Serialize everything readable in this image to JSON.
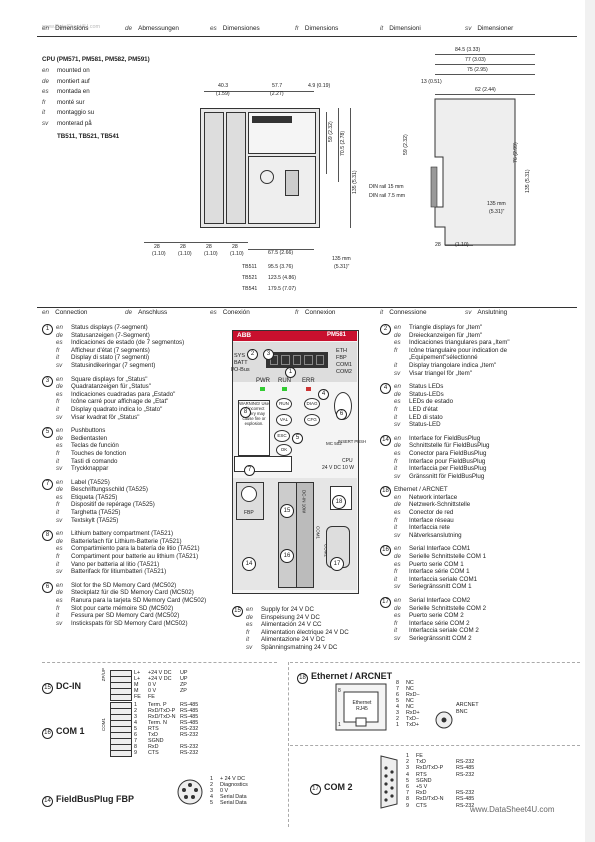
{
  "watermark_top": "www.DataSheet4U.com",
  "watermark_bottom": "www.DataSheet4U.com",
  "header_dimensions": [
    {
      "lang": "en",
      "text": "Dimensions"
    },
    {
      "lang": "de",
      "text": "Abmessungen"
    },
    {
      "lang": "es",
      "text": "Dimensiones"
    },
    {
      "lang": "fr",
      "text": "Dimensions"
    },
    {
      "lang": "it",
      "text": "Dimensioni"
    },
    {
      "lang": "sv",
      "text": "Dimensioner"
    }
  ],
  "cpu_title": "CPU (PM571, PM581, PM582, PM591)",
  "mounted_on": [
    {
      "lang": "en",
      "text": "mounted on"
    },
    {
      "lang": "de",
      "text": "montiert auf"
    },
    {
      "lang": "es",
      "text": "montada en"
    },
    {
      "lang": "fr",
      "text": "monté sur"
    },
    {
      "lang": "it",
      "text": "montaggio su"
    },
    {
      "lang": "sv",
      "text": "monterad på"
    }
  ],
  "terminal_bases": "TB511, TB521, TB541",
  "dims_front": {
    "top_a": "40.3",
    "top_a2": "(1.59)",
    "top_b": "57.7",
    "top_b2": "(2.27)",
    "top_c": "4.9 (0.19)",
    "right_a": "59 (2.32)",
    "right_b": "70.5 (2.78)",
    "right_c": "135 (5.31)",
    "bottom": [
      "28",
      "(1.10)",
      "28",
      "(1.10)",
      "28",
      "(1.10)",
      "28",
      "(1.10)"
    ],
    "b1": "67.5 (2.66)",
    "tb_rows": [
      {
        "name": "TB511",
        "val": "95.5 (3.76)"
      },
      {
        "name": "TB521",
        "val": "123.5 (4.86)"
      },
      {
        "name": "TB541",
        "val": "179.5 (7.07)"
      }
    ],
    "h135": "135 mm",
    "h135in": "(5.31)\""
  },
  "dims_side": {
    "d1": "84.5 (3.33)",
    "d2": "77 (3.03)",
    "d3": "75 (2.95)",
    "d4": "13 (0.51)",
    "d5": "62 (2.44)",
    "d6": "59 (2.32)",
    "d7": "76 (2.99)",
    "d8": "135 (5.31)",
    "din15": "DIN rail 15 mm",
    "din75": "DIN rail 7.5 mm",
    "h135": "135 mm",
    "h135in": "(5.31)\"",
    "b28": "28",
    "b28in": "(1.10)"
  },
  "header_connection": [
    {
      "lang": "en",
      "text": "Connection"
    },
    {
      "lang": "de",
      "text": "Anschluss"
    },
    {
      "lang": "es",
      "text": "Conexión"
    },
    {
      "lang": "fr",
      "text": "Connexion"
    },
    {
      "lang": "it",
      "text": "Connessione"
    },
    {
      "lang": "sv",
      "text": "Anslutning"
    }
  ],
  "left_items": [
    {
      "n": "1",
      "lines": [
        {
          "lang": "en",
          "text": "Status displays (7-segment)"
        },
        {
          "lang": "de",
          "text": "Statusanzeigen (7-Segment)"
        },
        {
          "lang": "es",
          "text": "Indicaciones de estado (de 7 segmentos)"
        },
        {
          "lang": "fr",
          "text": "Afficheur d'état (7 segments)"
        },
        {
          "lang": "it",
          "text": "Display di stato (7 segmenti)"
        },
        {
          "lang": "sv",
          "text": "Statusindikeringar (7 segment)"
        }
      ]
    },
    {
      "n": "3",
      "lines": [
        {
          "lang": "en",
          "text": "Square displays for „Status\""
        },
        {
          "lang": "de",
          "text": "Quadratanzeigen für „Status\""
        },
        {
          "lang": "es",
          "text": "Indicaciones cuadradas para „Estado\""
        },
        {
          "lang": "fr",
          "text": "Icône carré pour affichage de „Etat\""
        },
        {
          "lang": "it",
          "text": "Display quadrato indica lo „Stato\""
        },
        {
          "lang": "sv",
          "text": "Visar kvadrat för „Status\""
        }
      ]
    },
    {
      "n": "5",
      "lines": [
        {
          "lang": "en",
          "text": "Pushbuttons"
        },
        {
          "lang": "de",
          "text": "Bedientasten"
        },
        {
          "lang": "es",
          "text": "Teclas de función"
        },
        {
          "lang": "fr",
          "text": "Touches de fonction"
        },
        {
          "lang": "it",
          "text": "Tasti di comando"
        },
        {
          "lang": "sv",
          "text": "Tryckknappar"
        }
      ]
    },
    {
      "n": "7",
      "lines": [
        {
          "lang": "en",
          "text": "Label (TA525)"
        },
        {
          "lang": "de",
          "text": "Beschriftungsschild (TA525)"
        },
        {
          "lang": "es",
          "text": "Etiqueta (TA525)"
        },
        {
          "lang": "fr",
          "text": "Dispositif de repérage (TA525)"
        },
        {
          "lang": "it",
          "text": "Targhetta (TA525)"
        },
        {
          "lang": "sv",
          "text": "Textskylt (TA525)"
        }
      ]
    },
    {
      "n": "8",
      "lines": [
        {
          "lang": "en",
          "text": "Lithium battery compartment (TA521)"
        },
        {
          "lang": "de",
          "text": "Batteriefach für Lithium-Batterie (TA521)"
        },
        {
          "lang": "es",
          "text": "Compartimiento para la batería de litio (TA521)"
        },
        {
          "lang": "fr",
          "text": "Compartiment pour batterie au lithium (TA521)"
        },
        {
          "lang": "it",
          "text": "Vano per batteria al litio (TA521)"
        },
        {
          "lang": "sv",
          "text": "Batterifack för litiumbatteri (TA521)"
        }
      ]
    },
    {
      "n": "6",
      "lines": [
        {
          "lang": "en",
          "text": "Slot for the SD Memory Card (MC502)"
        },
        {
          "lang": "de",
          "text": "Steckplatz für die SD Memory Card (MC502)"
        },
        {
          "lang": "es",
          "text": "Ranura para la tarjeta SD Memory Card (MC502)"
        },
        {
          "lang": "fr",
          "text": "Slot pour carte mémoire SD (MC502)"
        },
        {
          "lang": "it",
          "text": "Fessura per SD Memory Card (MC502)"
        },
        {
          "lang": "sv",
          "text": "Instickspats för SD Memory Card (MC502)"
        }
      ]
    }
  ],
  "mid_item15": {
    "n": "15",
    "lines": [
      {
        "lang": "en",
        "text": "Supply for 24 V DC"
      },
      {
        "lang": "de",
        "text": "Einspeisung 24 V DC"
      },
      {
        "lang": "es",
        "text": "Alimentación 24 V CC"
      },
      {
        "lang": "fr",
        "text": "Alimentation électrique 24 V DC"
      },
      {
        "lang": "it",
        "text": "Alimentazione 24 V DC"
      },
      {
        "lang": "sv",
        "text": "Spänningsmatning 24 V DC"
      }
    ]
  },
  "right_items": [
    {
      "n": "2",
      "lines": [
        {
          "lang": "en",
          "text": "Triangle displays for „Item\""
        },
        {
          "lang": "de",
          "text": "Dreieckanzeigen für „Item\""
        },
        {
          "lang": "es",
          "text": "Indicaciones triangulares para „Item\""
        },
        {
          "lang": "fr",
          "text": "Icône triangulaire pour indication de"
        },
        {
          "lang": "",
          "text": "„Equipement\"sélectionné"
        },
        {
          "lang": "it",
          "text": "Display triangolare indica „Item\""
        },
        {
          "lang": "sv",
          "text": "Visar triangel för „Item\""
        }
      ]
    },
    {
      "n": "4",
      "lines": [
        {
          "lang": "en",
          "text": "Status LEDs"
        },
        {
          "lang": "de",
          "text": "Status-LEDs"
        },
        {
          "lang": "es",
          "text": "LEDs de estado"
        },
        {
          "lang": "fr",
          "text": "LED d'état"
        },
        {
          "lang": "it",
          "text": "LED di stato"
        },
        {
          "lang": "sv",
          "text": "Status-LED"
        }
      ]
    },
    {
      "n": "14",
      "lines": [
        {
          "lang": "en",
          "text": "Interface for FieldBusPlug"
        },
        {
          "lang": "de",
          "text": "Schnittstelle für FieldBusPlug"
        },
        {
          "lang": "es",
          "text": "Conector para FieldBusPlug"
        },
        {
          "lang": "fr",
          "text": "Interface pour FieldBusPlug"
        },
        {
          "lang": "it",
          "text": "Interfaccia per FieldBusPlug"
        },
        {
          "lang": "sv",
          "text": "Gränssnitt för FieldBusPlug"
        }
      ]
    },
    {
      "n": "18",
      "title": "Ethernet / ARCNET",
      "lines": [
        {
          "lang": "en",
          "text": "Network interface"
        },
        {
          "lang": "de",
          "text": "Netzwerk-Schnittstelle"
        },
        {
          "lang": "es",
          "text": "Conector de red"
        },
        {
          "lang": "fr",
          "text": "Interface réseau"
        },
        {
          "lang": "it",
          "text": "Interfaccia rete"
        },
        {
          "lang": "sv",
          "text": "Nätverksanslutning"
        }
      ]
    },
    {
      "n": "16",
      "lines": [
        {
          "lang": "en",
          "text": "Serial Interface COM1"
        },
        {
          "lang": "de",
          "text": "Serielle Schnittstelle COM 1"
        },
        {
          "lang": "es",
          "text": "Puerto serie COM 1"
        },
        {
          "lang": "fr",
          "text": "Interface série COM 1"
        },
        {
          "lang": "it",
          "text": "Interfaccia seriale COM1"
        },
        {
          "lang": "sv",
          "text": "Seriegränssnitt COM 1"
        }
      ]
    },
    {
      "n": "17",
      "lines": [
        {
          "lang": "en",
          "text": "Serial Interface COM2"
        },
        {
          "lang": "de",
          "text": "Serielle Schnittstelle COM 2"
        },
        {
          "lang": "es",
          "text": "Puerto serie COM 2"
        },
        {
          "lang": "fr",
          "text": "Interface série COM 2"
        },
        {
          "lang": "it",
          "text": "Interfaccia seriale COM 2"
        },
        {
          "lang": "sv",
          "text": "Seriegränssnitt COM 2"
        }
      ]
    }
  ],
  "device": {
    "brand": "ABB",
    "model": "PM581",
    "left_labels": [
      "SYS",
      "BATT",
      "I/O-Bus"
    ],
    "right_labels": [
      "ETH",
      "FBP",
      "COM1",
      "COM2"
    ],
    "leds": [
      "PWR",
      "RUN",
      "ERR"
    ],
    "buttons": [
      "RUN",
      "DIAG",
      "VAL",
      "CFG",
      "ESC",
      "OK"
    ],
    "warning": "WARNING! Use of incorrect battery may cause fire or explosion.",
    "mc_label": "MC 502",
    "insert_push": "INSERT PUSH",
    "cpu_text": "CPU",
    "supply_text": "24 V DC 10 W",
    "fbp": "FBP",
    "com1": "COM1",
    "com2": "COM2",
    "dcin": "DC-IN 10W"
  },
  "dcin": {
    "title": "DC-IN",
    "num": "15",
    "rotated": "ZP/UP",
    "rows": [
      {
        "pin": "L+",
        "sig": "+24 V DC",
        "val": "UP"
      },
      {
        "pin": "L+",
        "sig": "+24 V DC",
        "val": "UP"
      },
      {
        "pin": "M",
        "sig": "0 V",
        "val": "ZP"
      },
      {
        "pin": "M",
        "sig": "0 V",
        "val": "ZP"
      },
      {
        "pin": "FE",
        "sig": "FE",
        "val": ""
      }
    ]
  },
  "com1": {
    "title": "COM 1",
    "num": "16",
    "rotated": "COM1",
    "rows": [
      {
        "pin": "1",
        "sig": "Term. P",
        "val": "RS-485"
      },
      {
        "pin": "2",
        "sig": "RxD/TxD-P",
        "val": "RS-485"
      },
      {
        "pin": "3",
        "sig": "RxD/TxD-N",
        "val": "RS-485"
      },
      {
        "pin": "4",
        "sig": "Term. N",
        "val": "RS-485"
      },
      {
        "pin": "5",
        "sig": "RTS",
        "val": "RS-232"
      },
      {
        "pin": "6",
        "sig": "TxD",
        "val": "RS-232"
      },
      {
        "pin": "7",
        "sig": "SGND",
        "val": ""
      },
      {
        "pin": "8",
        "sig": "RxD",
        "val": "RS-232"
      },
      {
        "pin": "9",
        "sig": "CTS",
        "val": "RS-232"
      }
    ]
  },
  "fbp": {
    "title": "FieldBusPlug FBP",
    "num": "14",
    "rows": [
      {
        "pin": "1",
        "sig": "+ 24 V DC"
      },
      {
        "pin": "2",
        "sig": "Diagnostics"
      },
      {
        "pin": "3",
        "sig": "0 V"
      },
      {
        "pin": "4",
        "sig": "Serial Data"
      },
      {
        "pin": "5",
        "sig": "Serial Data"
      }
    ]
  },
  "ethernet": {
    "title": "Ethernet / ARCNET",
    "num": "18",
    "rj45": "Ethernet RJ45",
    "bnc": "ARCNET BNC",
    "pin8": "8",
    "pin1": "1",
    "rows": [
      {
        "pin": "8",
        "sig": "NC"
      },
      {
        "pin": "7",
        "sig": "NC"
      },
      {
        "pin": "6",
        "sig": "RxD−"
      },
      {
        "pin": "5",
        "sig": "NC"
      },
      {
        "pin": "4",
        "sig": "NC"
      },
      {
        "pin": "3",
        "sig": "RxD+"
      },
      {
        "pin": "2",
        "sig": "TxD−"
      },
      {
        "pin": "1",
        "sig": "TxD+"
      }
    ]
  },
  "com2": {
    "title": "COM 2",
    "num": "17",
    "rows": [
      {
        "pin": "1",
        "sig": "FE",
        "val": ""
      },
      {
        "pin": "2",
        "sig": "TxD",
        "val": "RS-232"
      },
      {
        "pin": "3",
        "sig": "RxD/TxD-P",
        "val": "RS-485"
      },
      {
        "pin": "4",
        "sig": "RTS",
        "val": "RS-232"
      },
      {
        "pin": "5",
        "sig": "SGND",
        "val": ""
      },
      {
        "pin": "6",
        "sig": "+5 V",
        "val": ""
      },
      {
        "pin": "7",
        "sig": "RxD",
        "val": "RS-232"
      },
      {
        "pin": "8",
        "sig": "RxD/TxD-N",
        "val": "RS-485"
      },
      {
        "pin": "9",
        "sig": "CTS",
        "val": "RS-232"
      }
    ]
  }
}
